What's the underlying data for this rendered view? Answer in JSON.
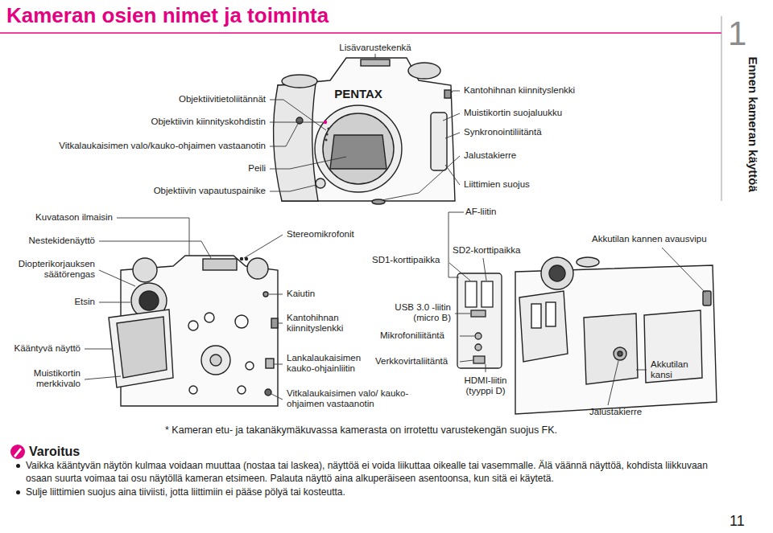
{
  "diagram": {
    "title": "Kameran osien nimet ja toiminta",
    "labels": [
      "Lisävarustekenkä",
      "Objektiivitietoliitännät",
      "Objektiivin kiinnityskohdistin",
      "Vitkalaukaisimen valo/kauko-ohjaimen vastaanotin",
      "Peili",
      "Objektiivin vapautuspainike",
      "Kantohihnan kiinnityslenkki",
      "Muistikortin suojaluukku",
      "Synkronointiliitäntä",
      "Jalustakierre",
      "Liittimien suojus",
      "PENTAX",
      "Kuvatason ilmaisin",
      "AF-liitin",
      "Nestekidenäyttö",
      "Stereomikrofonit",
      "SD2-korttipaikka",
      "Akkutilan kannen avausvipu",
      "SD1-korttipaikka",
      "Diopterikorjauksen säätörengas",
      "Kaiutin",
      "Etsin",
      "USB 3.0 -liitin (micro B)",
      "Kantohihnan kiinnityslenkki",
      "Mikrofoniliitäntä",
      "Kääntyvä näyttö",
      "Lankalaukaisimen kauko-ohjainliitin",
      "Verkkovirtaliitäntä",
      "Akkutilan kansi",
      "Muistikortin merkkivalo",
      "HDMI-liitin (tyyppi D)",
      "Vitkalaukaisimen valo/ kauko-ohjaimen vastaanotin",
      "Jalustakierre",
      "* Kameran etu- ja takanäkymäkuvassa kamerasta on irrotettu varustekengän suojus FK.",
      "Varoitus",
      "Vaikka kääntyvän näytön kulmaa voidaan muuttaa (nostaa tai laskea), näyttöä ei voida liikuttaa oikealle tai vasemmalle. Älä väännä näyttöä, kohdista liikkuvaan osaan suurta voimaa tai osu näytöllä kameran etsimeen. Palauta näyttö aina alkuperäiseen asentoonsa, kun sitä ei käytetä.",
      "Sulje liittimien suojus aina tiiviisti, jotta liittimiin ei pääse pölyä tai kosteutta.",
      "1",
      "Ennen kameran käyttöä",
      "11"
    ]
  }
}
